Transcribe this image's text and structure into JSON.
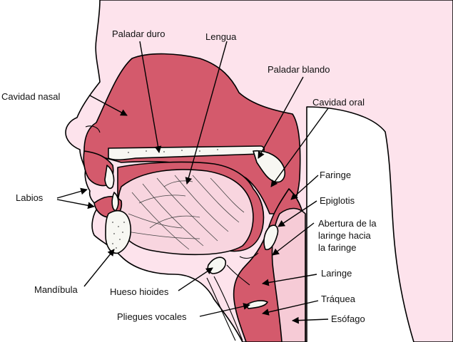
{
  "colors": {
    "skin": "#fde3ec",
    "tissue": "#d45a6c",
    "tongue": "#f8d5df",
    "bone": "#f7f7f2",
    "outline": "#000000"
  },
  "labels": {
    "paladar_duro": "Paladar duro",
    "lengua": "Lengua",
    "paladar_blando": "Paladar blando",
    "cavidad_nasal": "Cavidad nasal",
    "cavidad_oral": "Cavidad oral",
    "faringe": "Faringe",
    "labios": "Labios",
    "epiglotis": "Epiglotis",
    "abertura_1": "Abertura de la",
    "abertura_2": "laringe hacia",
    "abertura_3": "la faringe",
    "mandibula": "Mandíbula",
    "laringe": "Laringe",
    "hueso_hioides": "Hueso hioides",
    "traquea": "Tráquea",
    "pliegues_vocales": "Pliegues vocales",
    "esofago": "Esófago"
  }
}
